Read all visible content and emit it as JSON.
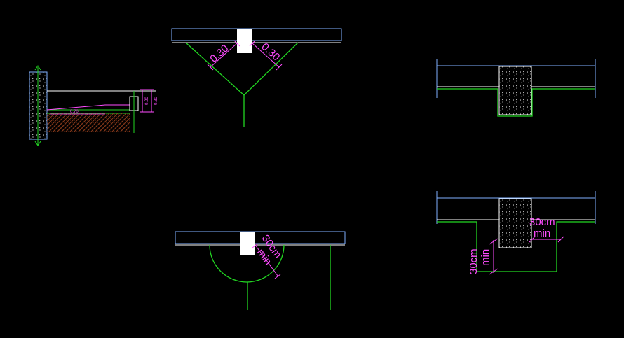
{
  "colors": {
    "background": "#000000",
    "slab": "#7fb0ff",
    "beam_fill": "#ffffff",
    "reinforcement": "#22d622",
    "dimension": "#ff4dff",
    "concrete": "#1e2a3a",
    "soil_hatch": "#8a3a1a"
  },
  "labels": {
    "detail_left_dim_1": "0.70",
    "detail_left_dim_2": "0.20",
    "detail_left_dim_3": "0.30",
    "detail_top_left_dim": "0.30",
    "detail_top_right_dim": "0.30",
    "detail_bottom_center_dim": "30cm",
    "detail_bottom_center_min": "min",
    "detail_bottom_right_dim_h": "30cm",
    "detail_bottom_right_min_h": "min",
    "detail_bottom_right_dim_v": "30cm",
    "detail_bottom_right_min_v": "min"
  }
}
